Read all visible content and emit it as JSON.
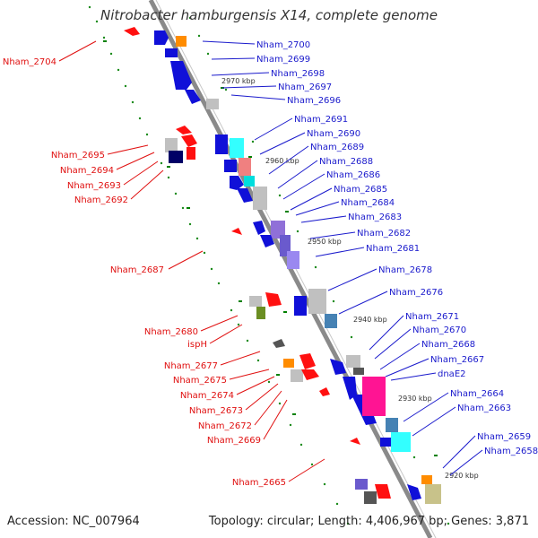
{
  "title": "Nitrobacter hamburgensis X14, complete genome",
  "footer": {
    "accession": "Accession: NC_007964",
    "summary": "Topology: circular; Length: 4,406,967 bp; Genes: 3,871"
  },
  "colors": {
    "backbone": "#8a8a8a",
    "forward_label": "#1a1acc",
    "reverse_label": "#e01010",
    "tick": "#008000"
  },
  "scale_labels": [
    "2970 kbp",
    "2960 kbp",
    "2950 kbp",
    "2940 kbp",
    "2930 kbp",
    "2920 kbp"
  ],
  "reverse_genes": [
    "Nham_2704",
    "Nham_2695",
    "Nham_2694",
    "Nham_2693",
    "Nham_2692",
    "Nham_2687",
    "Nham_2680",
    "ispH",
    "Nham_2677",
    "Nham_2675",
    "Nham_2674",
    "Nham_2673",
    "Nham_2672",
    "Nham_2669",
    "Nham_2665"
  ],
  "forward_genes": [
    "Nham_2700",
    "Nham_2699",
    "Nham_2698",
    "Nham_2697",
    "Nham_2696",
    "Nham_2691",
    "Nham_2690",
    "Nham_2689",
    "Nham_2688",
    "Nham_2686",
    "Nham_2685",
    "Nham_2684",
    "Nham_2683",
    "Nham_2682",
    "Nham_2681",
    "Nham_2678",
    "Nham_2676",
    "Nham_2671",
    "Nham_2670",
    "Nham_2668",
    "Nham_2667",
    "dnaE2",
    "Nham_2664",
    "Nham_2663",
    "Nham_2659",
    "Nham_2658"
  ]
}
